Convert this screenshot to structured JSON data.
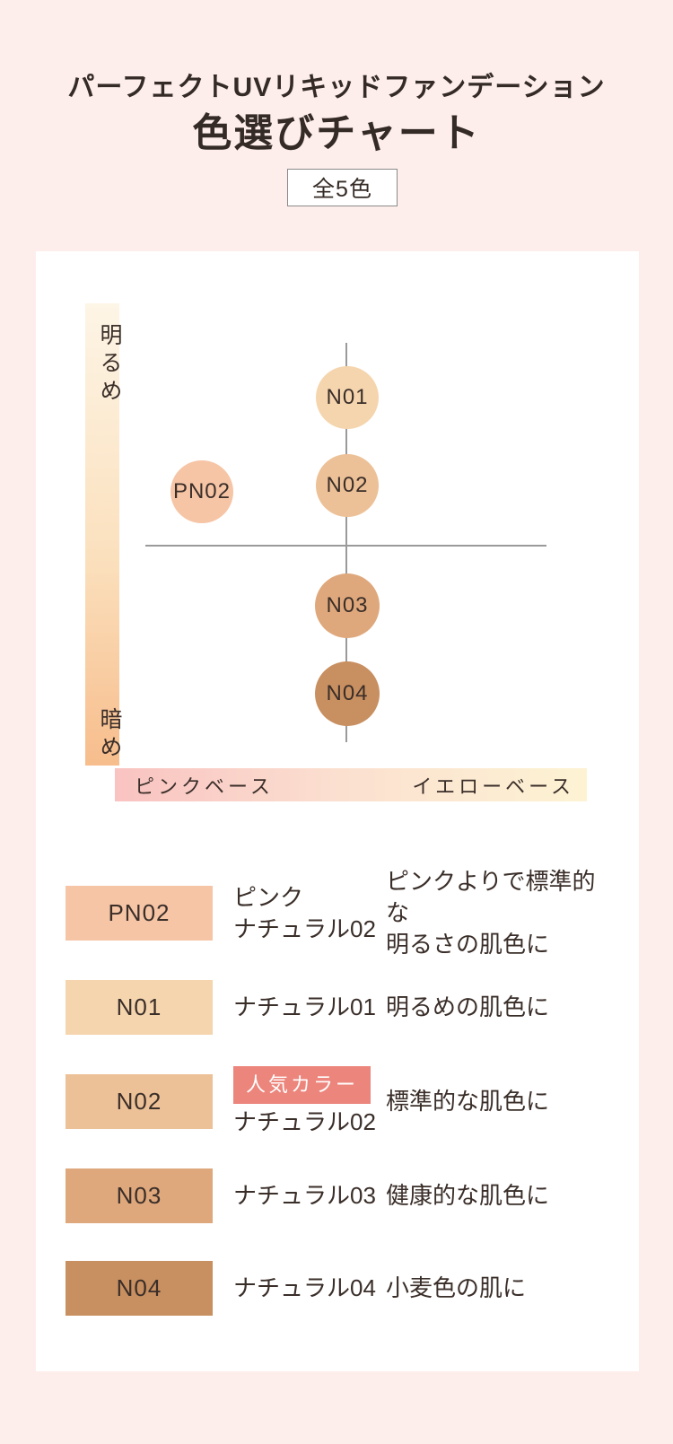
{
  "header": {
    "subtitle": "パーフェクトUVリキッドファンデーション",
    "title": "色選びチャート",
    "badge": "全5色"
  },
  "chart": {
    "y_axis_top": "明るめ",
    "y_axis_bottom": "暗め",
    "x_axis_left": "ピンクベース",
    "x_axis_right": "イエローベース"
  },
  "chart_data": {
    "type": "scatter",
    "title": "色選びチャート",
    "subtitle": "パーフェクトUVリキッドファンデーション",
    "total_shades_label": "全5色",
    "x_axis": {
      "label_left": "ピンクベース",
      "label_right": "イエローベース",
      "range": [
        -1,
        1
      ]
    },
    "y_axis": {
      "label_top": "明るめ",
      "label_bottom": "暗め",
      "range": [
        -1,
        1
      ]
    },
    "grid": false,
    "legend_position": "below",
    "points": [
      {
        "label": "N01",
        "x": 0,
        "y": 0.75,
        "color": "#f5d5ae"
      },
      {
        "label": "N02",
        "x": 0,
        "y": 0.3,
        "color": "#edc197"
      },
      {
        "label": "PN02",
        "x": -0.72,
        "y": 0.27,
        "color": "#f6c5a6"
      },
      {
        "label": "N03",
        "x": 0,
        "y": -0.3,
        "color": "#dfa87c"
      },
      {
        "label": "N04",
        "x": 0,
        "y": -0.75,
        "color": "#c88f60"
      }
    ]
  },
  "legend": {
    "rows": [
      {
        "code": "PN02",
        "color": "#f6c5a6",
        "name_line1": "ピンク",
        "name_line2": "ナチュラル02",
        "desc_line1": "ピンクよりで標準的な",
        "desc_line2": "明るさの肌色に"
      },
      {
        "code": "N01",
        "color": "#f5d5ae",
        "name_line1": "ナチュラル01",
        "desc_line1": "明るめの肌色に"
      },
      {
        "code": "N02",
        "color": "#edc197",
        "badge": "人気カラー",
        "badge_color": "#ec857c",
        "name_line1": "ナチュラル02",
        "desc_line1": "標準的な肌色に"
      },
      {
        "code": "N03",
        "color": "#dfa87c",
        "name_line1": "ナチュラル03",
        "desc_line1": "健康的な肌色に"
      },
      {
        "code": "N04",
        "color": "#c88f60",
        "name_line1": "ナチュラル04",
        "desc_line1": "小麦色の肌に"
      }
    ]
  },
  "colors": {
    "page_bg": "#fdeeec",
    "panel_bg": "#ffffff",
    "text": "#3a2e29",
    "axis_line": "#9a9a9a",
    "popular_badge_bg": "#ec857c",
    "y_gradient_top": "#fdf5e6",
    "y_gradient_bottom": "#f7bd8c",
    "x_gradient_left": "#f9c3c1",
    "x_gradient_right": "#fdf3d3"
  }
}
